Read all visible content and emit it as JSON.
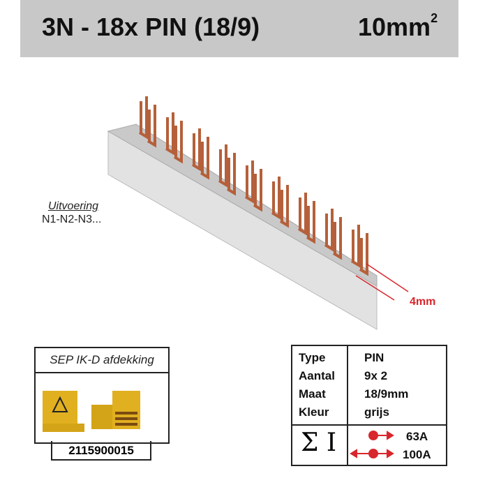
{
  "header": {
    "title": "3N - 18x PIN (18/9)",
    "cross_section": "10mm",
    "cross_section_sup": "2"
  },
  "variant": {
    "label": "Uitvoering",
    "value": "N1-N2-N3..."
  },
  "dimension_label": "4mm",
  "accessory": {
    "title": "SEP IK-D afdekking",
    "code": "2115900015"
  },
  "specs": {
    "rows": [
      {
        "key": "Type",
        "value": "PIN"
      },
      {
        "key": "Aantal",
        "value": "9x 2"
      },
      {
        "key": "Maat",
        "value": "18/9mm"
      },
      {
        "key": "Kleur",
        "value": "grijs"
      }
    ],
    "current_symbol": "Σ I",
    "currents": [
      {
        "value": "63A"
      },
      {
        "value": "100A"
      }
    ]
  },
  "colors": {
    "copper": "#b5603a",
    "accent": "#d8262c",
    "banner": "#c8c8c8",
    "yellow": "#e0b020"
  }
}
